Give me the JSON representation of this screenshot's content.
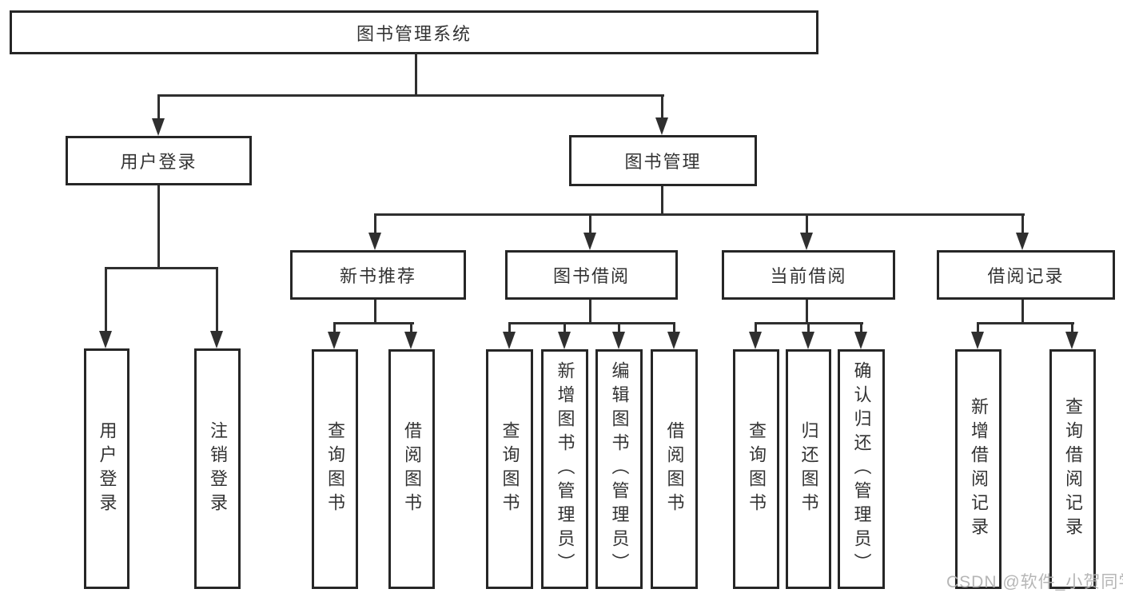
{
  "tree": {
    "root": {
      "label": "图书管理系统"
    },
    "branches": [
      {
        "label": "用户登录",
        "children": [
          {
            "label": "用户登录"
          },
          {
            "label": "注销登录"
          }
        ]
      },
      {
        "label": "图书管理",
        "groups": [
          {
            "label": "新书推荐",
            "children": [
              {
                "label": "查询图书"
              },
              {
                "label": "借阅图书"
              }
            ]
          },
          {
            "label": "图书借阅",
            "children": [
              {
                "label": "查询图书"
              },
              {
                "label": "新增图书（管理员）"
              },
              {
                "label": "编辑图书（管理员）"
              },
              {
                "label": "借阅图书"
              }
            ]
          },
          {
            "label": "当前借阅",
            "children": [
              {
                "label": "查询图书"
              },
              {
                "label": "归还图书"
              },
              {
                "label": "确认归还（管理员）"
              }
            ]
          },
          {
            "label": "借阅记录",
            "children": [
              {
                "label": "新增借阅记录"
              },
              {
                "label": "查询借阅记录"
              }
            ]
          }
        ]
      }
    ]
  },
  "watermark": "CSDN @软件_小贺同学",
  "colors": {
    "line": "#2f2f2f",
    "border": "#262626",
    "text": "#333333",
    "watermark": "#b2b2b2",
    "background": "#ffffff"
  }
}
